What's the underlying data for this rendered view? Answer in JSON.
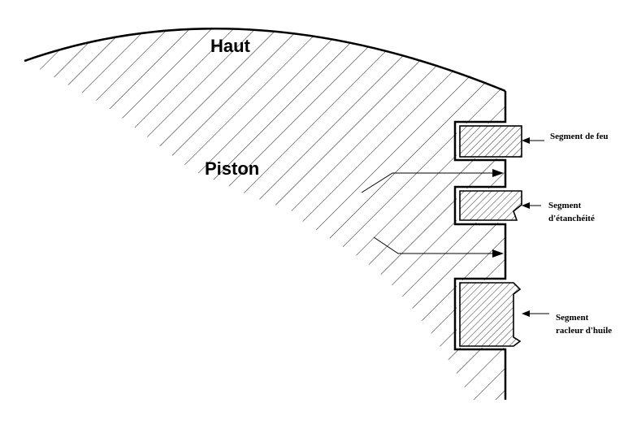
{
  "labels": {
    "top": "Haut",
    "piston": "Piston",
    "fire_ring": "Segment de feu",
    "seal_ring_line1": "Segment",
    "seal_ring_line2": "d'étanchéité",
    "oil_ring_line1": "Segment",
    "oil_ring_line2": "racleur d'huile"
  },
  "colors": {
    "ink": "#000000",
    "background": "#ffffff"
  },
  "icons": {
    "leader_arrow": "arrowhead"
  }
}
